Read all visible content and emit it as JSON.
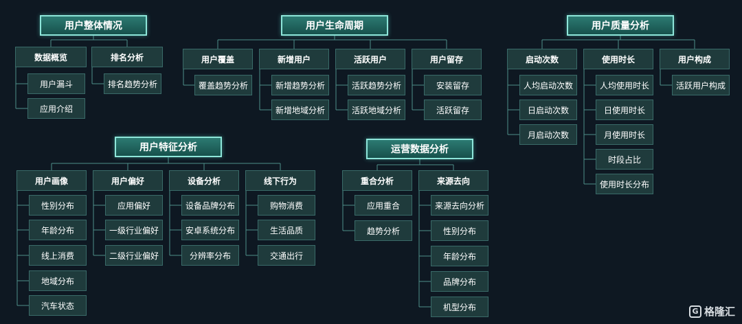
{
  "groups": [
    {
      "title": "用户整体情况",
      "cats": [
        {
          "label": "数据概览",
          "items": [
            "用户漏斗",
            "应用介绍"
          ]
        },
        {
          "label": "排名分析",
          "items": [
            "排名趋势分析"
          ]
        }
      ]
    },
    {
      "title": "用户生命周期",
      "cats": [
        {
          "label": "用户覆盖",
          "items": [
            "覆盖趋势分析"
          ]
        },
        {
          "label": "新增用户",
          "items": [
            "新增趋势分析",
            "新增地域分析"
          ]
        },
        {
          "label": "活跃用户",
          "items": [
            "活跃趋势分析",
            "活跃地域分析"
          ]
        },
        {
          "label": "用户留存",
          "items": [
            "安装留存",
            "活跃留存"
          ]
        }
      ]
    },
    {
      "title": "用户质量分析",
      "cats": [
        {
          "label": "启动次数",
          "items": [
            "人均启动次数",
            "日启动次数",
            "月启动次数"
          ]
        },
        {
          "label": "使用时长",
          "items": [
            "人均使用时长",
            "日使用时长",
            "月使用时长",
            "时段占比",
            "使用时长分布"
          ]
        },
        {
          "label": "用户构成",
          "items": [
            "活跃用户构成"
          ]
        }
      ]
    },
    {
      "title": "用户特征分析",
      "cats": [
        {
          "label": "用户画像",
          "items": [
            "性别分布",
            "年龄分布",
            "线上消费",
            "地域分布",
            "汽车状态"
          ]
        },
        {
          "label": "用户偏好",
          "items": [
            "应用偏好",
            "一级行业偏好",
            "二级行业偏好"
          ]
        },
        {
          "label": "设备分析",
          "items": [
            "设备品牌分布",
            "安卓系统分布",
            "分辨率分布"
          ]
        },
        {
          "label": "线下行为",
          "items": [
            "购物消费",
            "生活品质",
            "交通出行"
          ]
        }
      ]
    },
    {
      "title": "运营数据分析",
      "cats": [
        {
          "label": "重合分析",
          "items": [
            "应用重合",
            "趋势分析"
          ]
        },
        {
          "label": "来源去向",
          "items": [
            "来源去向分析",
            "性别分布",
            "年龄分布",
            "品牌分布",
            "机型分布"
          ]
        }
      ]
    }
  ],
  "watermark": {
    "brand": "格隆汇",
    "mark": "G"
  },
  "colors": {
    "background": "#0e1822",
    "header_border": "#8ee6da",
    "line": "#4f8f8a"
  }
}
